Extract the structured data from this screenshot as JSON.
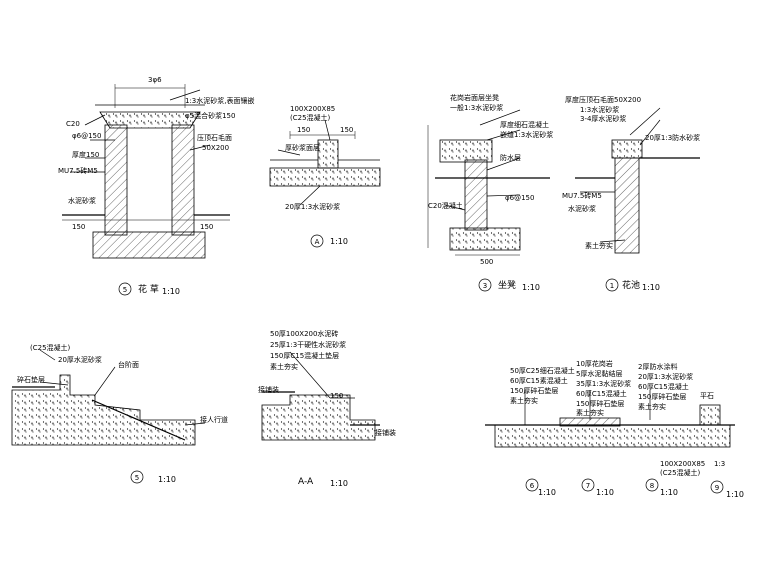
{
  "details": {
    "d1": {
      "mark": "5",
      "name": "花 草",
      "scale": "1:10",
      "labels": [
        "3φ6",
        "1:3水泥砂浆,表面镶嵌",
        "C20",
        "φ5混合砂浆150",
        "φ6@150",
        "厚度150",
        "压顶石毛面",
        "50X200",
        "MU7.5砖M5",
        "水泥砂浆",
        "150",
        "150"
      ]
    },
    "d2": {
      "mark": "A",
      "scale": "1:10",
      "labels": [
        "100X200X85",
        "(C25混凝土)",
        "150",
        "150",
        "厚砂浆面层",
        "20厚1:3水泥砂浆"
      ]
    },
    "d3": {
      "mark": "3",
      "name": "坐凳",
      "scale": "1:10",
      "labels": [
        "花岗岩面层坐凳",
        "一般1:3水泥砂浆",
        "厚度细石混凝土",
        "嵌缝1:3水泥砂浆",
        "防水层",
        "C20混凝土",
        "φ6@150",
        "500"
      ]
    },
    "d4": {
      "mark": "1",
      "name": "花池",
      "scale": "1:10",
      "labels": [
        "厚度压顶石毛面50X200",
        "1:3水泥砂浆",
        "3-4厚水泥砂浆",
        "20厚1:3防水砂浆",
        "MU7.5砖M5",
        "水泥砂浆",
        "素土夯实"
      ]
    },
    "d5": {
      "mark": "5",
      "scale": "1:10",
      "labels": [
        "(C25混凝土)",
        "20厚水泥砂浆",
        "台阶面",
        "碎石垫层",
        "接人行道"
      ]
    },
    "d6": {
      "mark": "A-A",
      "scale": "1:10",
      "labels": [
        "50厚100X200水泥砖",
        "25厚1:3干硬性水泥砂浆",
        "150厚C15混凝土垫层",
        "素土夯实",
        "接铺装",
        "150",
        "接铺装"
      ]
    },
    "d7": {
      "marks": [
        "6",
        "7",
        "8",
        "9"
      ],
      "scale": "1:10",
      "labels_left": [
        "50厚C25细石混凝土",
        "60厚C15素混凝土",
        "150厚碎石垫层",
        "素土夯实"
      ],
      "labels_mid": [
        "10厚花岗岩",
        "5厚水泥黏结层",
        "35厚1:3水泥砂浆",
        "60厚C15混凝土",
        "150厚碎石垫层",
        "素土夯实"
      ],
      "labels_right": [
        "2厚防水涂料",
        "20厚1:3水泥砂浆",
        "60厚C15混凝土",
        "150厚碎石垫层",
        "素土夯实"
      ],
      "labels_far": [
        "平石",
        "100X200X85",
        "(C25混凝土)",
        "1:3"
      ]
    }
  }
}
